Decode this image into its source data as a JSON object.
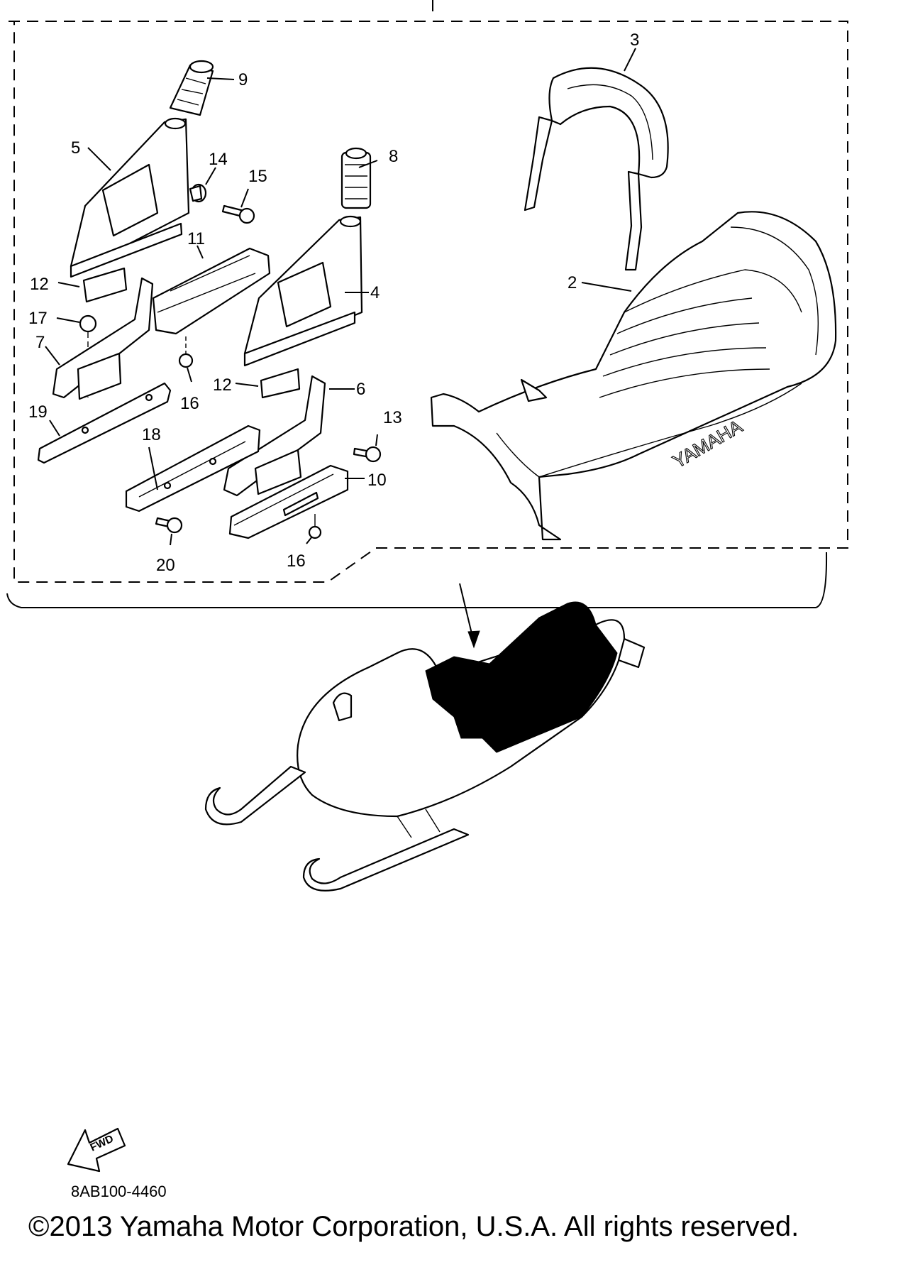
{
  "callouts": {
    "c2": "2",
    "c3": "3",
    "c4": "4",
    "c5": "5",
    "c6": "6",
    "c7": "7",
    "c8": "8",
    "c9": "9",
    "c10": "10",
    "c11": "11",
    "c12a": "12",
    "c12b": "12",
    "c13": "13",
    "c14": "14",
    "c15": "15",
    "c16a": "16",
    "c16b": "16",
    "c17": "17",
    "c18": "18",
    "c19": "19",
    "c20": "20"
  },
  "seat_brand": "YAMAHA",
  "fwd_label": "FWD",
  "diagram_code": "8AB100-4460",
  "copyright": "©2013 Yamaha Motor Corporation, U.S.A. All rights reserved."
}
